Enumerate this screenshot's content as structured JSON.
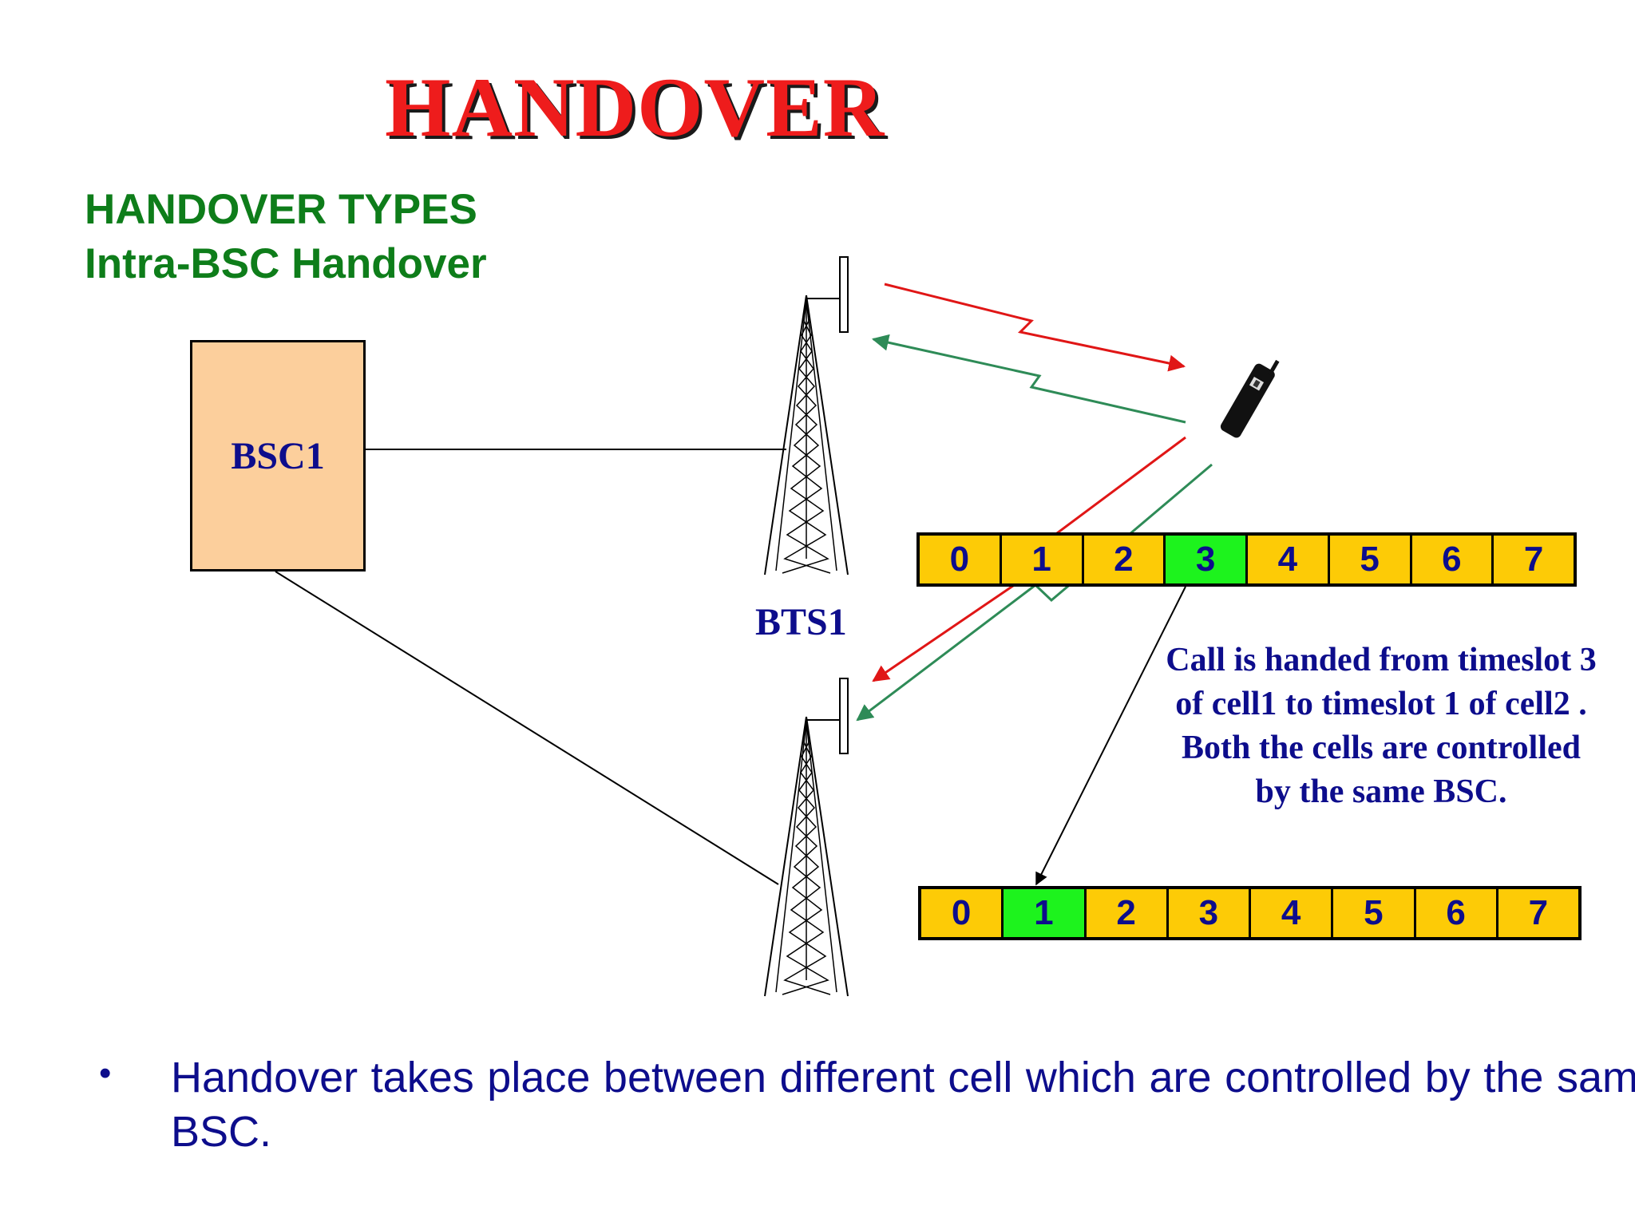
{
  "title": "HANDOVER",
  "subtitle": {
    "line1": "HANDOVER TYPES",
    "line2": "Intra-BSC Handover"
  },
  "bsc": {
    "label": "BSC1"
  },
  "bts": {
    "label": "BTS1"
  },
  "timeslots": {
    "cell1": {
      "slots": [
        "0",
        "1",
        "2",
        "3",
        "4",
        "5",
        "6",
        "7"
      ],
      "active_index": 3
    },
    "cell2": {
      "slots": [
        "0",
        "1",
        "2",
        "3",
        "4",
        "5",
        "6",
        "7"
      ],
      "active_index": 1
    }
  },
  "caption": {
    "line1": "Call is handed from timeslot 3",
    "line2": "of cell1 to timeslot 1 of cell2 .",
    "line3": "Both the cells are controlled",
    "line4": "by the same BSC."
  },
  "bullet": {
    "text": "Handover takes place between different cell which are controlled by the same BSC."
  },
  "colors": {
    "title_red": "#ee1c1c",
    "subtitle_green": "#0e7d1a",
    "text_navy": "#0d0d8c",
    "bsc_fill": "#fccf9c",
    "slot_yellow": "#fdcb06",
    "slot_active_green": "#1df31d",
    "downlink_red": "#e01616",
    "uplink_green": "#2e8b57"
  },
  "icons": [
    "antenna-tower-icon",
    "mobile-phone-icon",
    "bullet-dot-icon"
  ]
}
